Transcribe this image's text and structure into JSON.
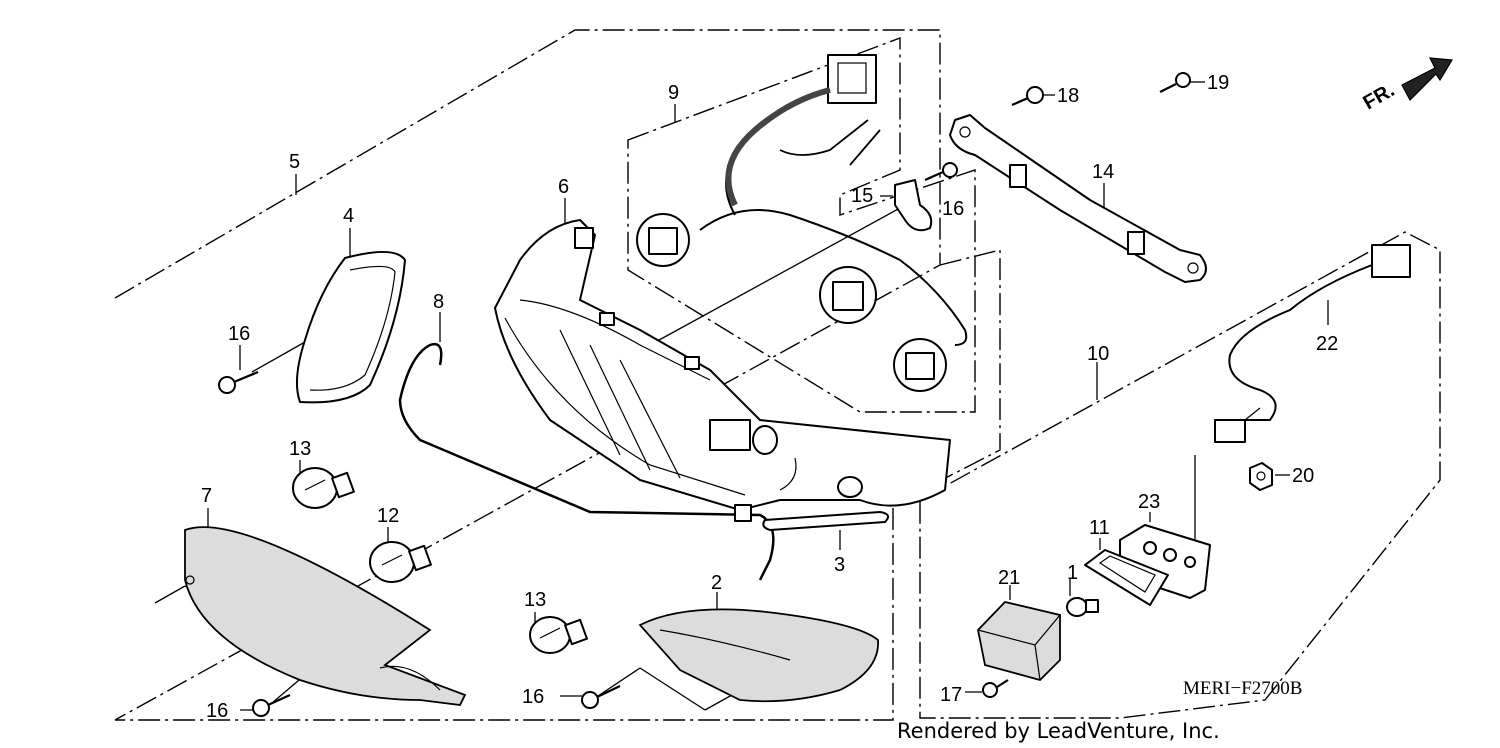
{
  "diagram": {
    "callouts": {
      "c1": "1",
      "c2": "2",
      "c3": "3",
      "c4": "4",
      "c5": "5",
      "c6": "6",
      "c7": "7",
      "c8": "8",
      "c9": "9",
      "c10": "10",
      "c11": "11",
      "c12": "12",
      "c13a": "13",
      "c13b": "13",
      "c14": "14",
      "c15": "15",
      "c16a": "16",
      "c16b": "16",
      "c16c": "16",
      "c16d": "16",
      "c17": "17",
      "c18": "18",
      "c19": "19",
      "c20": "20",
      "c21": "21",
      "c22": "22",
      "c23": "23"
    },
    "direction_label": "FR.",
    "drawing_code": "MERI−F2700B",
    "credit": "Rendered by LeadVenture, Inc."
  }
}
